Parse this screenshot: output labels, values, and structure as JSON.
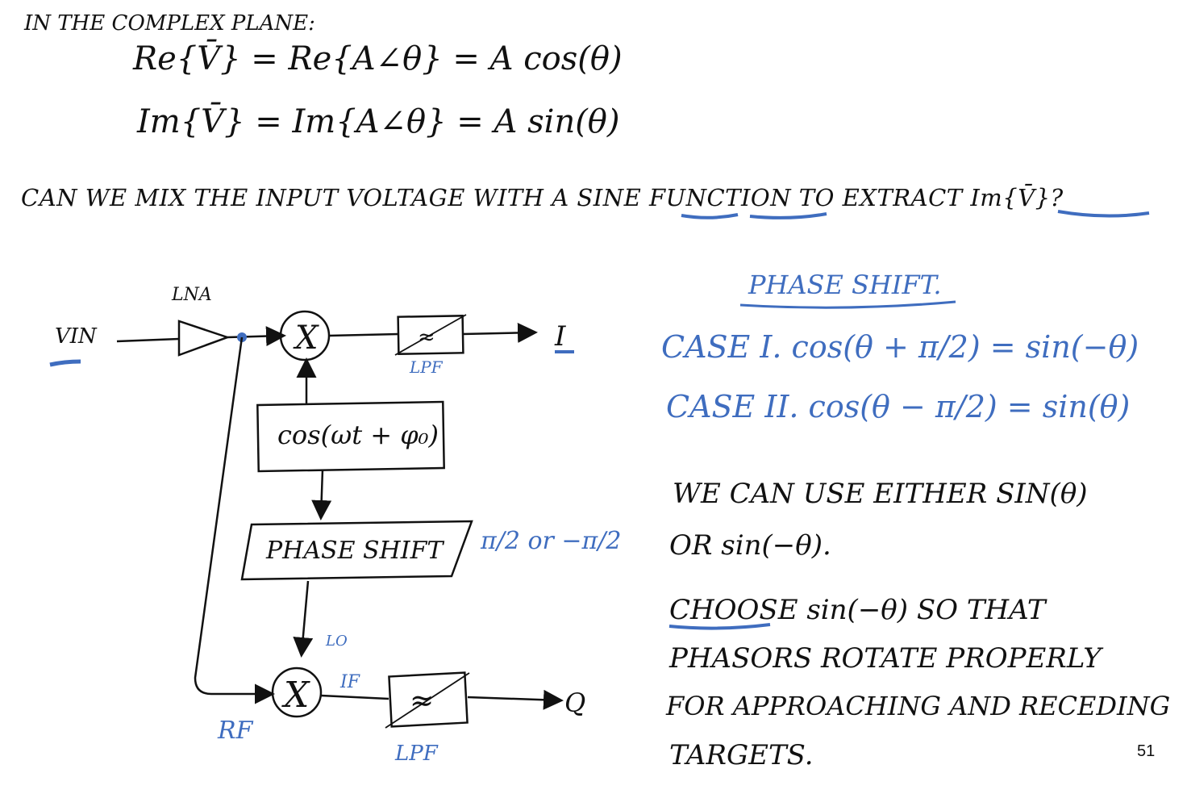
{
  "header": {
    "intro": "IN THE COMPLEX PLANE:",
    "eq_re": "Re{V̄} = Re{A∠θ} = A cos(θ)",
    "eq_im": "Im{V̄} = Im{A∠θ} = A sin(θ)",
    "question": "CAN WE MIX THE INPUT VOLTAGE WITH A SINE FUNCTION TO EXTRACT Im{V̄}?"
  },
  "diagram": {
    "vin": "VIN",
    "lna": "LNA",
    "mixer_top": "X",
    "lpf_top": "LPF",
    "out_i": "I",
    "osc": "cos(ωt + φ₀)",
    "phase_box": "PHASE SHIFT",
    "phase_note": "π/2 or −π/2",
    "mixer_bottom": "X",
    "lo": "LO",
    "if": "IF",
    "rf": "RF",
    "lpf_bottom": "LPF",
    "out_q": "Q",
    "filter_symbol": "≈"
  },
  "notes": {
    "title": "PHASE SHIFT.",
    "case1": "CASE I.  cos(θ + π/2) = sin(−θ)",
    "case2": "CASE II.  cos(θ − π/2) = sin(θ)",
    "line1": "WE CAN USE EITHER  SIN(θ)",
    "line2": "OR  sin(−θ).",
    "line3": "CHOOSE  sin(−θ)  SO  THAT",
    "line4": "PHASORS  ROTATE  PROPERLY",
    "line5": "FOR APPROACHING AND RECEDING",
    "line6": "TARGETS."
  },
  "page_number": "51",
  "colors": {
    "ink": "#111111",
    "annotation": "#3f6dbf"
  }
}
